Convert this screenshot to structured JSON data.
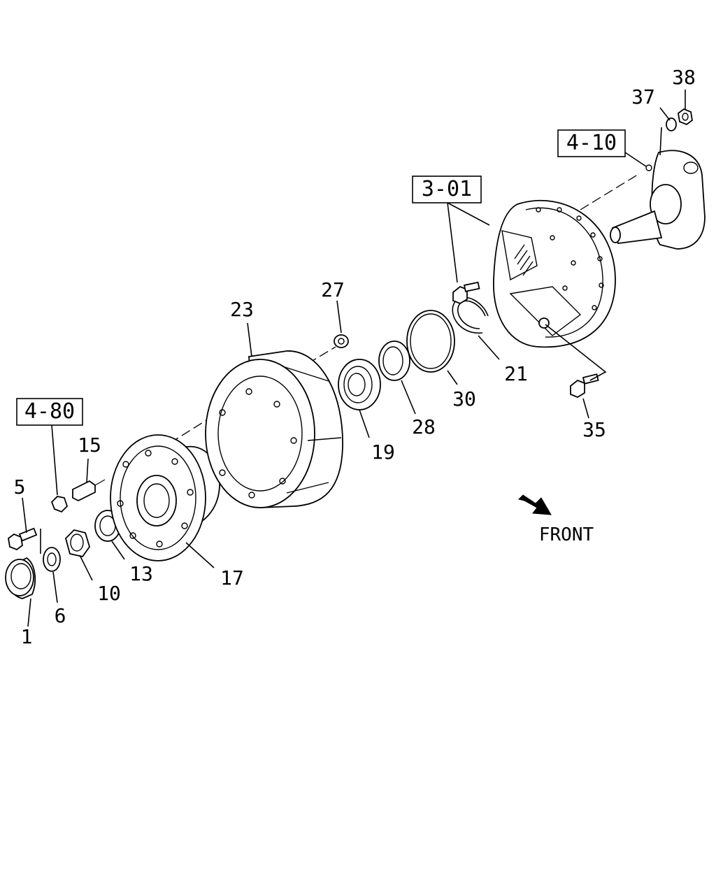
{
  "callouts": {
    "c1": "1",
    "c5": "5",
    "c6": "6",
    "c10": "10",
    "c13": "13",
    "c15": "15",
    "c17": "17",
    "c19": "19",
    "c21": "21",
    "c23": "23",
    "c27": "27",
    "c28": "28",
    "c30": "30",
    "c35": "35",
    "c37": "37",
    "c38": "38"
  },
  "refs": {
    "r480": "4-80",
    "r301": "3-01",
    "r410": "4-10"
  },
  "direction": {
    "label": "FRONT",
    "icon": "front-arrow-icon"
  }
}
